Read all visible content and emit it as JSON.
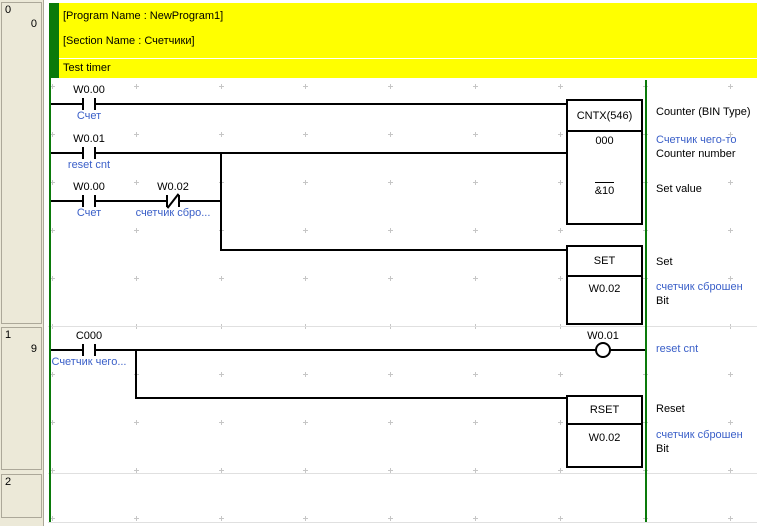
{
  "left_margin": {
    "rung0_number": "0",
    "rung0_step": "0",
    "rung1_number": "1",
    "rung1_step": "9",
    "rung2_number": "2"
  },
  "header": {
    "program_name": "[Program Name : NewProgram1]",
    "section_name": "[Section Name : Счетчики]",
    "rung_comment": "Test timer"
  },
  "rung0": {
    "contact_count": {
      "address": "W0.00",
      "comment": "Счет"
    },
    "contact_reset": {
      "address": "W0.01",
      "comment": "reset cnt"
    },
    "contact_count2": {
      "address": "W0.00",
      "comment": "Счет"
    },
    "contact_nc_reset": {
      "address": "W0.02",
      "comment": "счетчик сбро..."
    },
    "counter_block": {
      "title": "CNTX(546)",
      "counter_number": "000",
      "set_value": "&10"
    },
    "set_block": {
      "title": "SET",
      "operand": "W0.02"
    },
    "ann_counter_type": "Counter (BIN Type)",
    "ann_counter_comment": "Счетчик чего-то",
    "ann_counter_number": "Counter number",
    "ann_set_value": "Set value",
    "ann_set": "Set",
    "ann_set_comment": "счетчик сброшен",
    "ann_set_bit": "Bit"
  },
  "rung1": {
    "contact_counter": {
      "address": "C000",
      "comment": "Счетчик чего..."
    },
    "coil": {
      "address": "W0.01",
      "comment": "reset cnt"
    },
    "rset_block": {
      "title": "RSET",
      "operand": "W0.02"
    },
    "ann_reset": "Reset",
    "ann_rset_comment": "счетчик сброшен",
    "ann_rset_bit": "Bit"
  },
  "colors": {
    "rail_green": "#0a7a0a",
    "comment_yellow": "#ffff00",
    "symbol_comment_blue": "#3a5fc8",
    "margin_beige": "#ece9d8"
  }
}
